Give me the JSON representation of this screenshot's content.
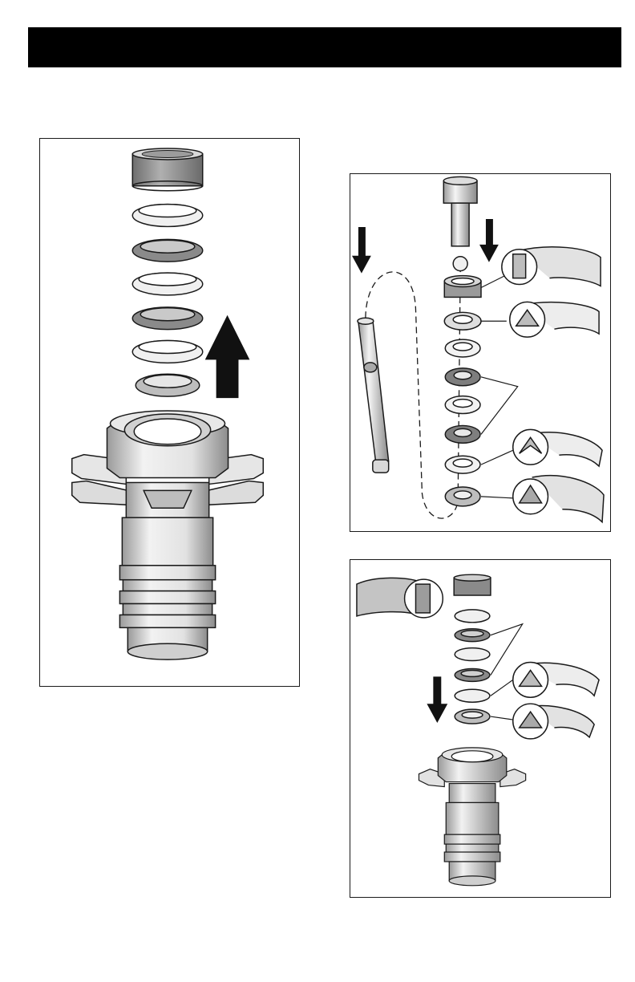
{
  "header": {
    "title": "",
    "color": "#000000"
  },
  "figures": [
    {
      "id": "figure-disassembly",
      "arrow_direction": "up",
      "ring_count": 7
    },
    {
      "id": "figure-pump-parts",
      "arrow_direction": "down",
      "ring_count": 8
    },
    {
      "id": "figure-reassembly",
      "arrow_direction": "down",
      "ring_count": 7
    }
  ],
  "colors": {
    "outline": "#1a1a1a",
    "metal_light": "#efefef",
    "metal_mid": "#c8c8c8",
    "metal_dark": "#8a8a8a",
    "arrow": "#111111"
  }
}
